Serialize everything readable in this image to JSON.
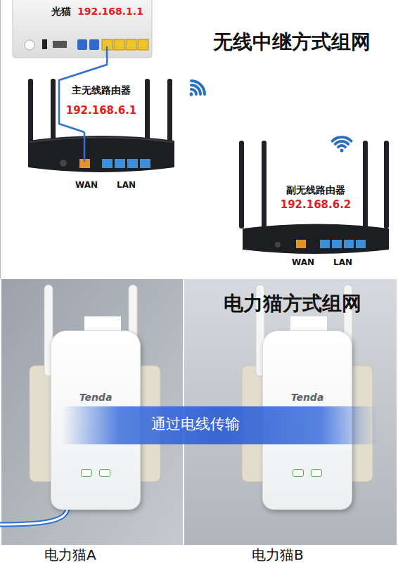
{
  "diagram": {
    "nodes": [
      {
        "text": [
          "光猫",
          "192.168.1.1"
        ]
      },
      {
        "text": [
          "主无线路由器",
          "192.168.6.1"
        ]
      },
      {
        "text": [
          "副无线路由器",
          "192.168.6.2"
        ]
      },
      {
        "text": [
          "Tenda",
          "电力猫A"
        ]
      },
      {
        "text": [
          "Tenda",
          "电力猫B"
        ]
      },
      {
        "text": [
          "通过电线传输"
        ]
      }
    ],
    "edges": [
      {
        "from": 0,
        "to": 1,
        "arrow": "none"
      }
    ],
    "labels": [
      "无线中继方式组网",
      "WAN",
      "LAN",
      "WAN",
      "LAN",
      "电力猫方式组网"
    ]
  }
}
